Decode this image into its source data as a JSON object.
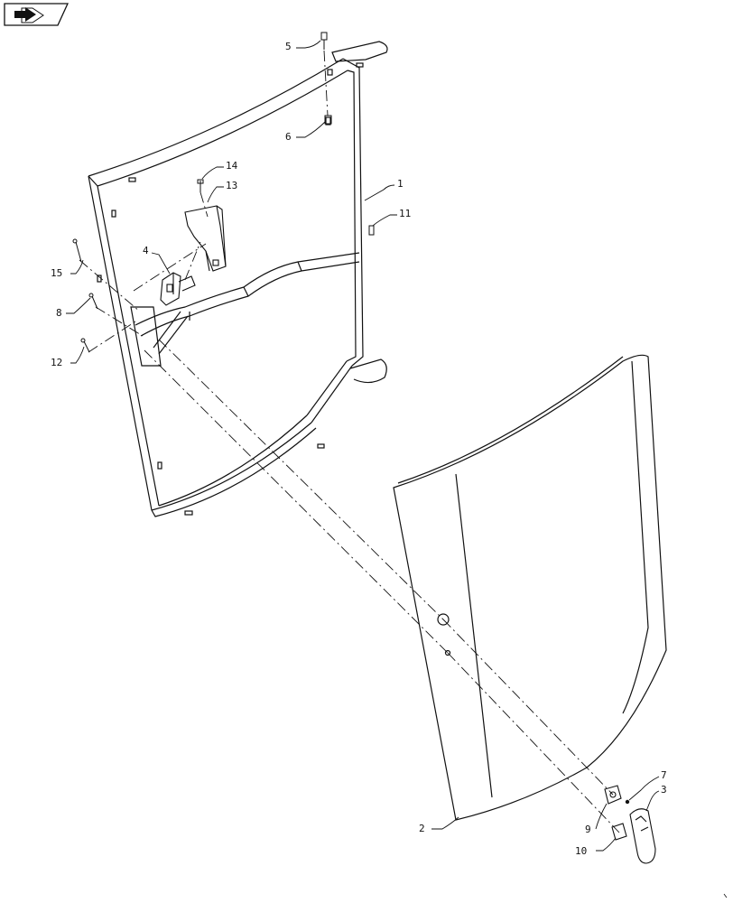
{
  "nav": {
    "icon": "arrow-navigation-icon"
  },
  "callouts": [
    {
      "id": "1",
      "label": "1"
    },
    {
      "id": "2",
      "label": "2"
    },
    {
      "id": "3",
      "label": "3"
    },
    {
      "id": "4",
      "label": "4"
    },
    {
      "id": "5",
      "label": "5"
    },
    {
      "id": "6",
      "label": "6"
    },
    {
      "id": "7",
      "label": "7"
    },
    {
      "id": "8",
      "label": "8"
    },
    {
      "id": "9",
      "label": "9"
    },
    {
      "id": "10",
      "label": "10"
    },
    {
      "id": "11",
      "label": "11"
    },
    {
      "id": "12",
      "label": "12"
    },
    {
      "id": "13",
      "label": "13"
    },
    {
      "id": "14",
      "label": "14"
    },
    {
      "id": "15",
      "label": "15"
    }
  ]
}
